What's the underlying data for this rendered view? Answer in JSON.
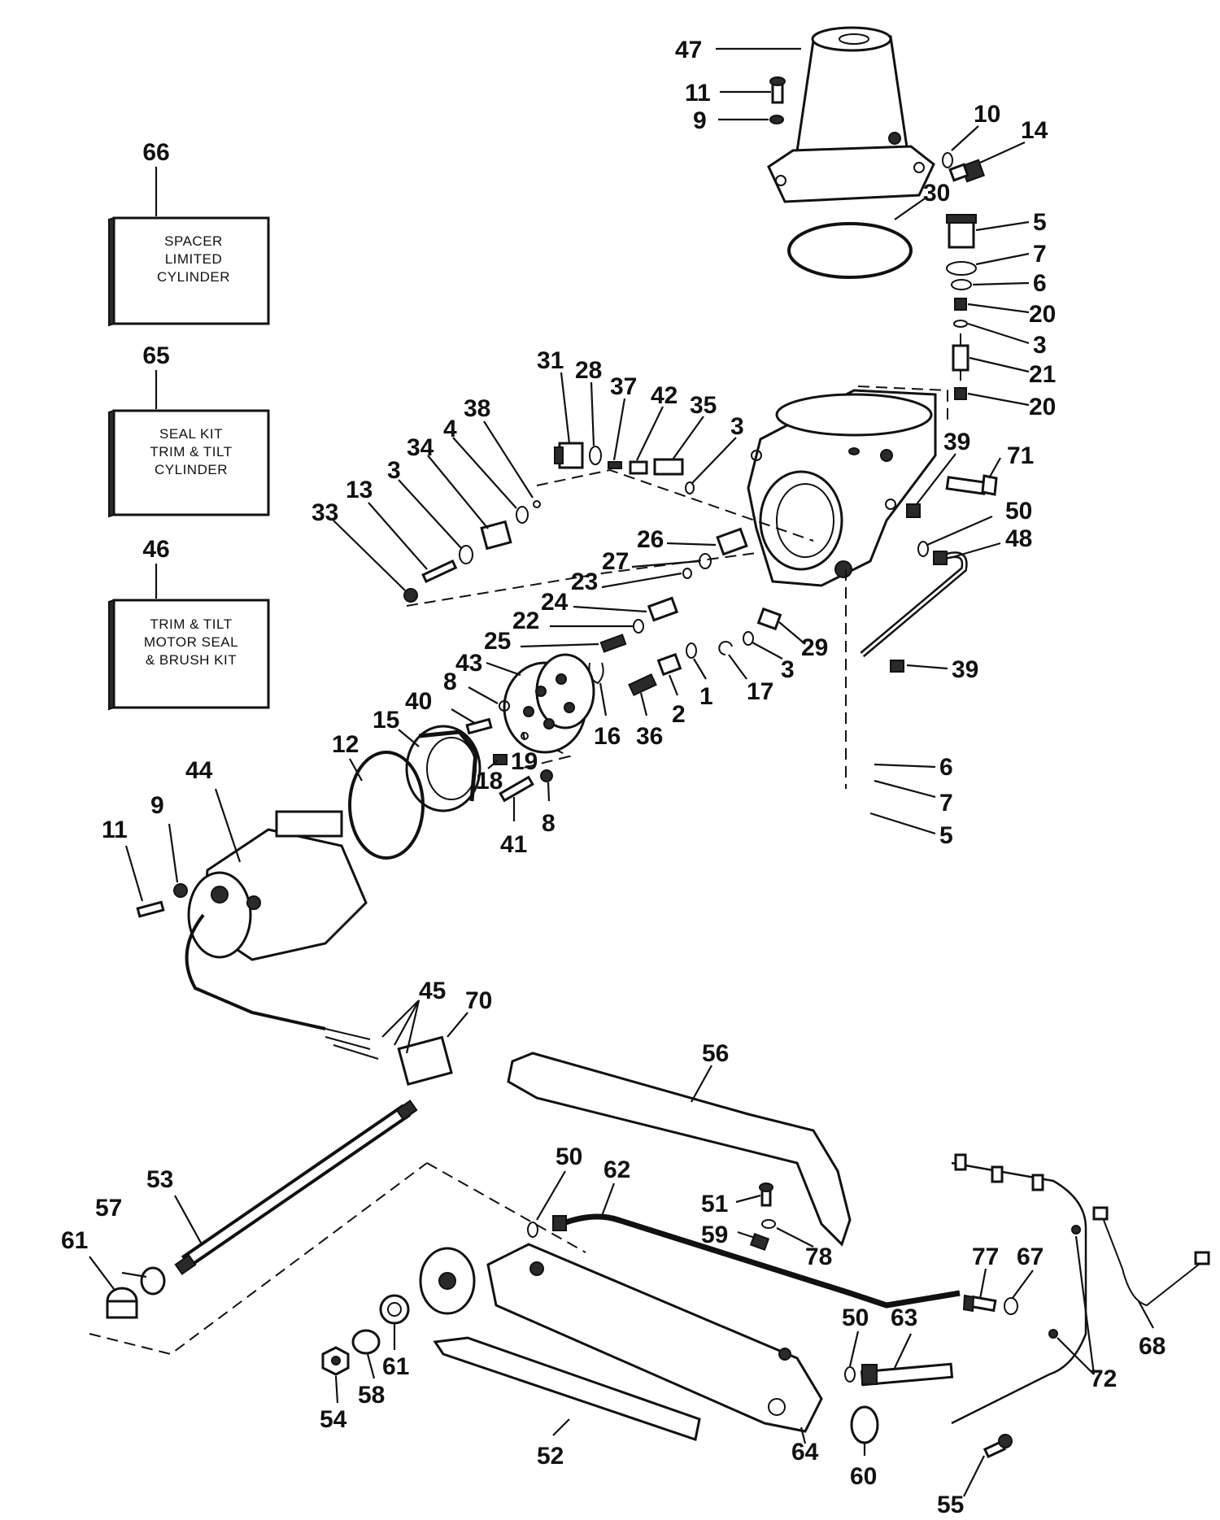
{
  "kits": [
    {
      "number": "66",
      "lines": [
        "SPACER",
        "LIMITED",
        "CYLINDER"
      ]
    },
    {
      "number": "65",
      "lines": [
        "SEAL KIT",
        "TRIM & TILT",
        "CYLINDER"
      ]
    },
    {
      "number": "46",
      "lines": [
        "TRIM & TILT",
        "MOTOR SEAL",
        "& BRUSH KIT"
      ]
    }
  ],
  "callouts": [
    "47",
    "11",
    "9",
    "10",
    "14",
    "30",
    "5",
    "7",
    "6",
    "20",
    "3",
    "21",
    "20",
    "31",
    "28",
    "37",
    "42",
    "35",
    "3",
    "38",
    "4",
    "34",
    "3",
    "13",
    "33",
    "39",
    "71",
    "50",
    "48",
    "26",
    "27",
    "23",
    "24",
    "22",
    "25",
    "29",
    "3",
    "43",
    "8",
    "40",
    "15",
    "12",
    "44",
    "9",
    "11",
    "16",
    "36",
    "2",
    "1",
    "17",
    "39",
    "18",
    "19",
    "8",
    "41",
    "6",
    "7",
    "5",
    "45",
    "70",
    "56",
    "53",
    "57",
    "61",
    "50",
    "62",
    "51",
    "59",
    "78",
    "77",
    "67",
    "68",
    "61",
    "58",
    "54",
    "50",
    "63",
    "72",
    "52",
    "64",
    "60",
    "55"
  ],
  "colors": {
    "ink": "#111111",
    "paper": "#ffffff"
  }
}
